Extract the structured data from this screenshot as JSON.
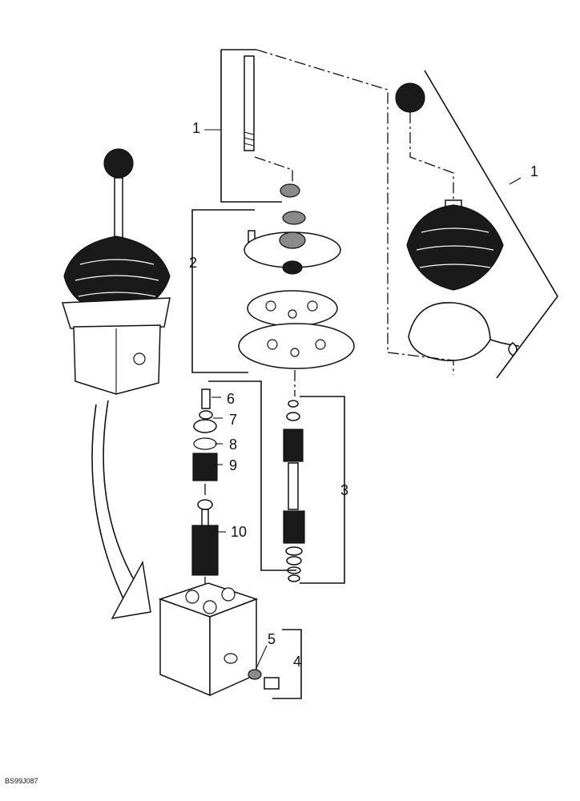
{
  "callouts": {
    "c1_left": "1",
    "c1_right": "1",
    "c2": "2",
    "c3": "3",
    "c4": "4",
    "c5": "5",
    "c6": "6",
    "c7": "7",
    "c8": "8",
    "c9": "9",
    "c10": "10"
  },
  "figure_id": "BS99J087"
}
